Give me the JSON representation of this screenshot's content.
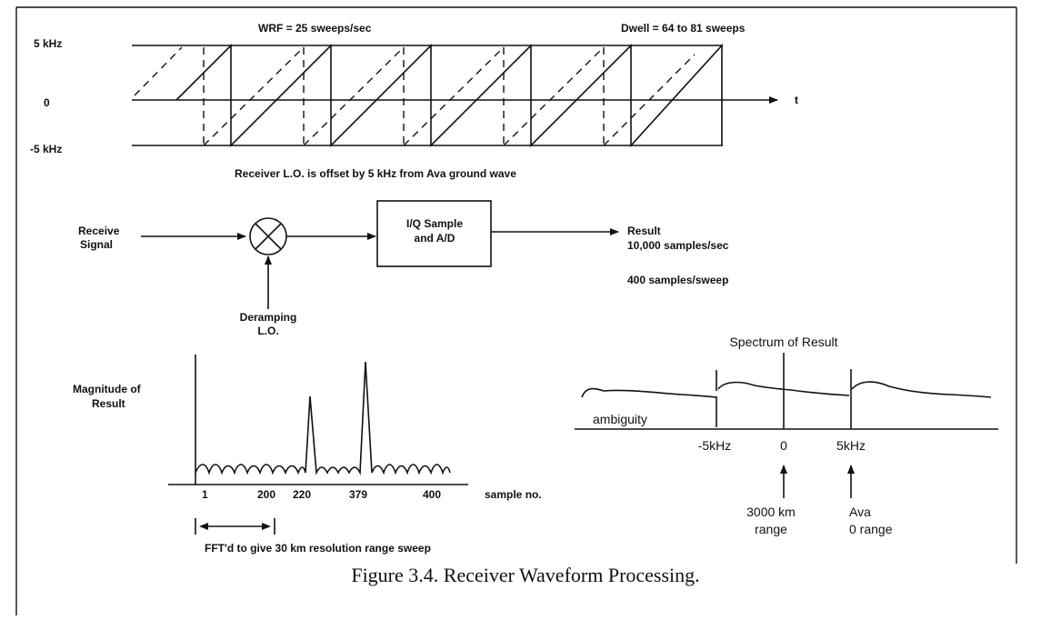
{
  "sweep": {
    "wrf_label": "WRF = 25 sweeps/sec",
    "dwell_label": "Dwell = 64 to 81 sweeps",
    "y_top": "5 kHz",
    "y_mid": "0",
    "y_bot": "-5 kHz",
    "t_label": "t",
    "offset_note": "Receiver L.O. is offset by 5 kHz from Ava ground wave"
  },
  "block": {
    "input_label_1": "Receive",
    "input_label_2": "Signal",
    "box_line_1": "I/Q Sample",
    "box_line_2": "and A/D",
    "output_label": "Result",
    "rate_1": "10,000 samples/sec",
    "rate_2": "400 samples/sweep",
    "lo_label_1": "Deramping",
    "lo_label_2": "L.O."
  },
  "magnitude": {
    "ylabel_1": "Magnitude of",
    "ylabel_2": "Result",
    "ticks": [
      "1",
      "200",
      "220",
      "379",
      "400"
    ],
    "xlabel": "sample no.",
    "fft_note": "FFT'd to give 30 km resolution range sweep"
  },
  "spectrum": {
    "title": "Spectrum of Result",
    "ambiguity": "ambiguity",
    "ticks": [
      "-5kHz",
      "0",
      "5kHz"
    ],
    "arrow1_line1": "3000 km",
    "arrow1_line2": "range",
    "arrow2_line1": "Ava",
    "arrow2_line2": "0 range"
  },
  "caption": "Figure 3.4.  Receiver Waveform Processing."
}
